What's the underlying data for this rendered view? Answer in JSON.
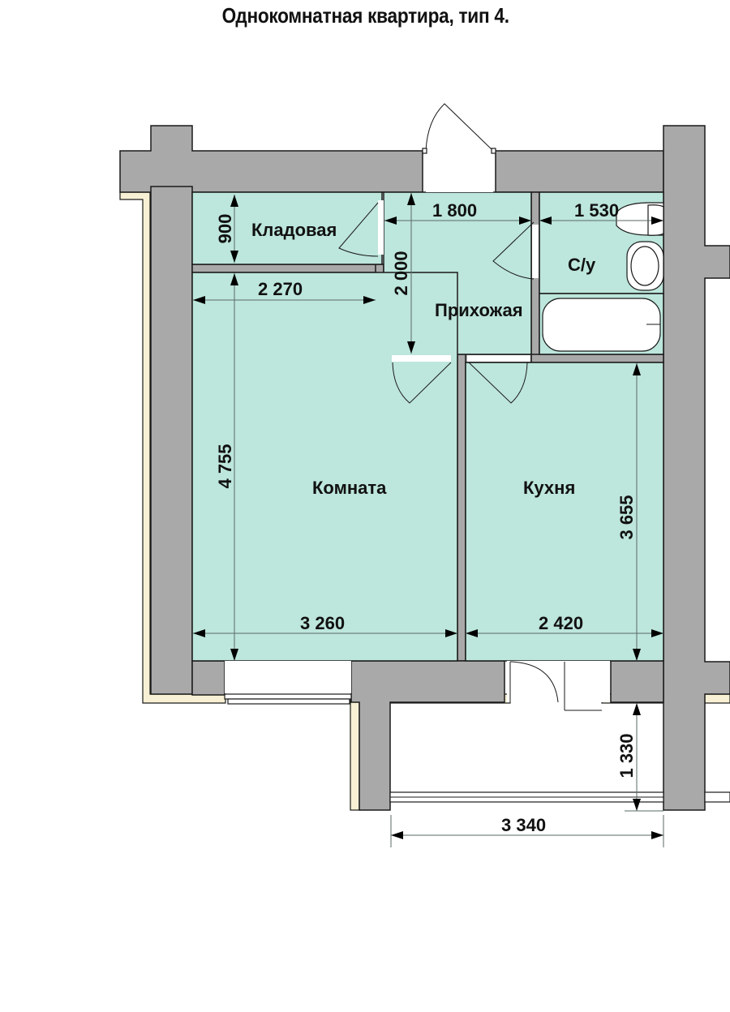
{
  "title": "Однокомнатная квартира, тип 4.",
  "rooms": {
    "storage": {
      "label": "Кладовая",
      "height_dim": "900"
    },
    "hallway": {
      "label": "Прихожая",
      "width_dim": "1 800",
      "height_dim": "2 000"
    },
    "bathroom": {
      "label": "С/у",
      "width_dim": "1 530"
    },
    "living_room": {
      "label": "Комната",
      "top_width_dim": "2 270",
      "bottom_width_dim": "3 260",
      "height_dim": "4 755"
    },
    "kitchen": {
      "label": "Кухня",
      "width_dim": "2 420",
      "height_dim": "3 655"
    },
    "balcony": {
      "width_dim": "3 340",
      "depth_dim": "1 330"
    }
  },
  "colors": {
    "room_fill": "#bde6dc",
    "wall_fill": "#a9a9a9",
    "insulation_fill": "#f7f0d4"
  }
}
